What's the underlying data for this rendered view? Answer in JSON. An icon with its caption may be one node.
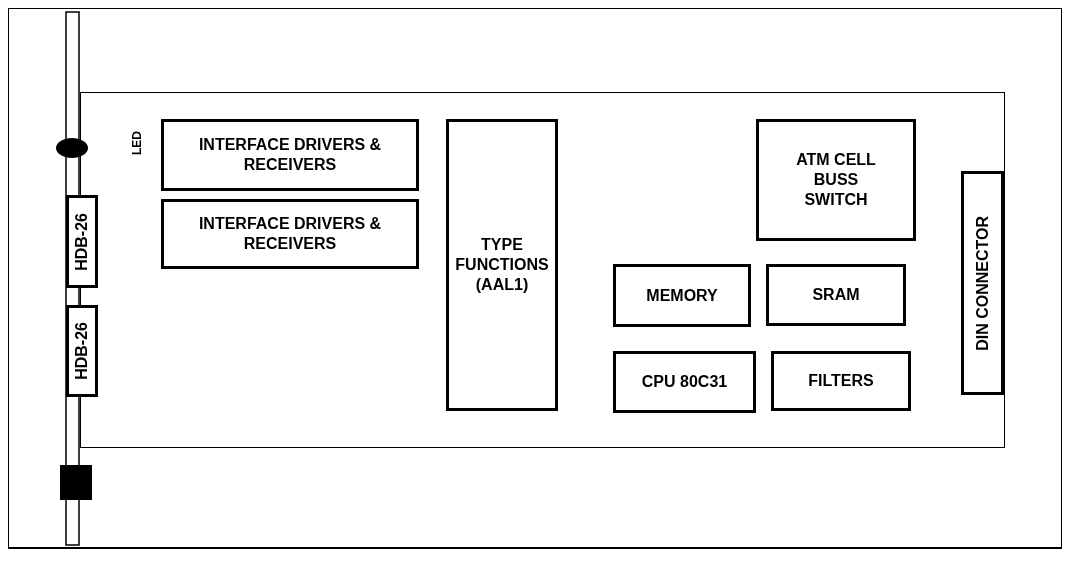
{
  "diagram": {
    "nodes": [
      {
        "text": [],
        "shape": "box"
      },
      {
        "text": [
          "INTERFACE DRIVERS & RECEIVERS"
        ],
        "in": 0
      },
      {
        "text": [
          "INTERFACE DRIVERS & RECEIVERS"
        ],
        "in": 0
      },
      {
        "text": [
          "TYPE FUNCTIONS (AAL1)"
        ],
        "in": 0
      },
      {
        "text": [
          "ATM CELL BUSS SWITCH"
        ],
        "in": 0
      },
      {
        "text": [
          "MEMORY"
        ],
        "in": 0
      },
      {
        "text": [
          "SRAM"
        ],
        "in": 0
      },
      {
        "text": [
          "CPU 80C31"
        ],
        "in": 0
      },
      {
        "text": [
          "FILTERS"
        ],
        "in": 0
      },
      {
        "text": [
          "DIN CONNECTOR"
        ],
        "in": 0
      },
      {
        "text": [
          "HDB-26"
        ]
      },
      {
        "text": [
          "HDB-26"
        ]
      }
    ],
    "labels": [
      "LED"
    ]
  }
}
